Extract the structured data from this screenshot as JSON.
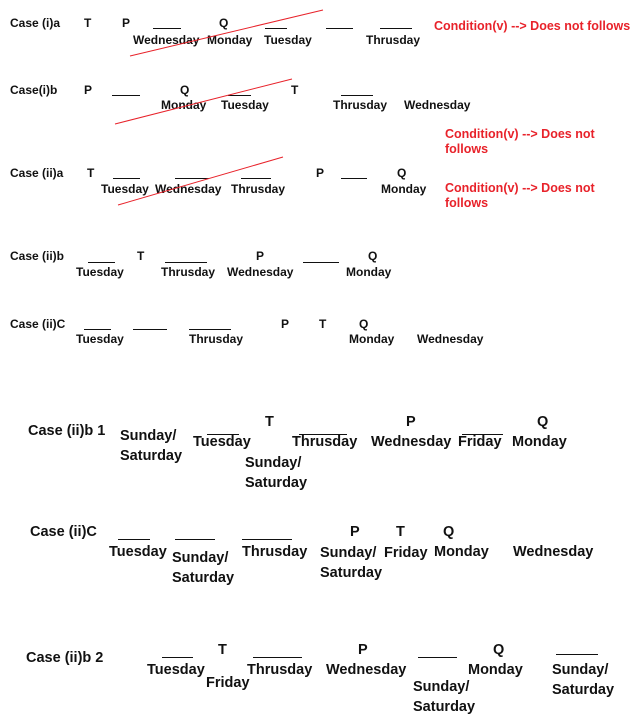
{
  "colors": {
    "text": "#111111",
    "note": "#e8222a",
    "strike": "#e8222a"
  },
  "cases": [
    {
      "label": "Case (i)a",
      "people": [
        "T",
        "P",
        "Q"
      ],
      "days": [
        "Wednesday",
        "Monday",
        "Tuesday",
        "Thrusday"
      ],
      "note": "Condition(v) --> Does not follows"
    },
    {
      "label": "Case(i)b",
      "people": [
        "P",
        "Q",
        "T"
      ],
      "days": [
        "Monday",
        "Tuesday",
        "Thrusday",
        "Wednesday"
      ],
      "note": "Condition(v) --> Does not follows"
    },
    {
      "label": "Case (ii)a",
      "people": [
        "T",
        "P",
        "Q"
      ],
      "days": [
        "Tuesday",
        "Wednesday",
        "Thrusday",
        "Monday"
      ],
      "note": "Condition(v) --> Does not follows"
    },
    {
      "label": "Case (ii)b",
      "people": [
        "T",
        "P",
        "Q"
      ],
      "days": [
        "Tuesday",
        "Thrusday",
        "Wednesday",
        "Monday"
      ]
    },
    {
      "label": "Case (ii)C",
      "people": [
        "P",
        "T",
        "Q"
      ],
      "days": [
        "Tuesday",
        "Thrusday",
        "Monday",
        "Wednesday"
      ]
    },
    {
      "label": "Case (ii)b 1",
      "people": [
        "T",
        "P",
        "Q"
      ],
      "days": [
        "Sunday/\nSaturday",
        "Tuesday",
        "Thrusday",
        "Sunday/\nSaturday",
        "Wednesday",
        "Friday",
        "Monday"
      ]
    },
    {
      "label": "Case (ii)C",
      "people": [
        "P",
        "T",
        "Q"
      ],
      "days": [
        "Tuesday",
        "Sunday/\nSaturday",
        "Thrusday",
        "Sunday/\nSaturday",
        "Friday",
        "Monday",
        "Wednesday"
      ]
    },
    {
      "label": "Case (ii)b 2",
      "people": [
        "T",
        "P",
        "Q"
      ],
      "days": [
        "Tuesday",
        "Friday",
        "Thrusday",
        "Wednesday",
        "Monday",
        "Sunday/\nSaturday",
        "Sunday/\nSaturday"
      ]
    }
  ]
}
